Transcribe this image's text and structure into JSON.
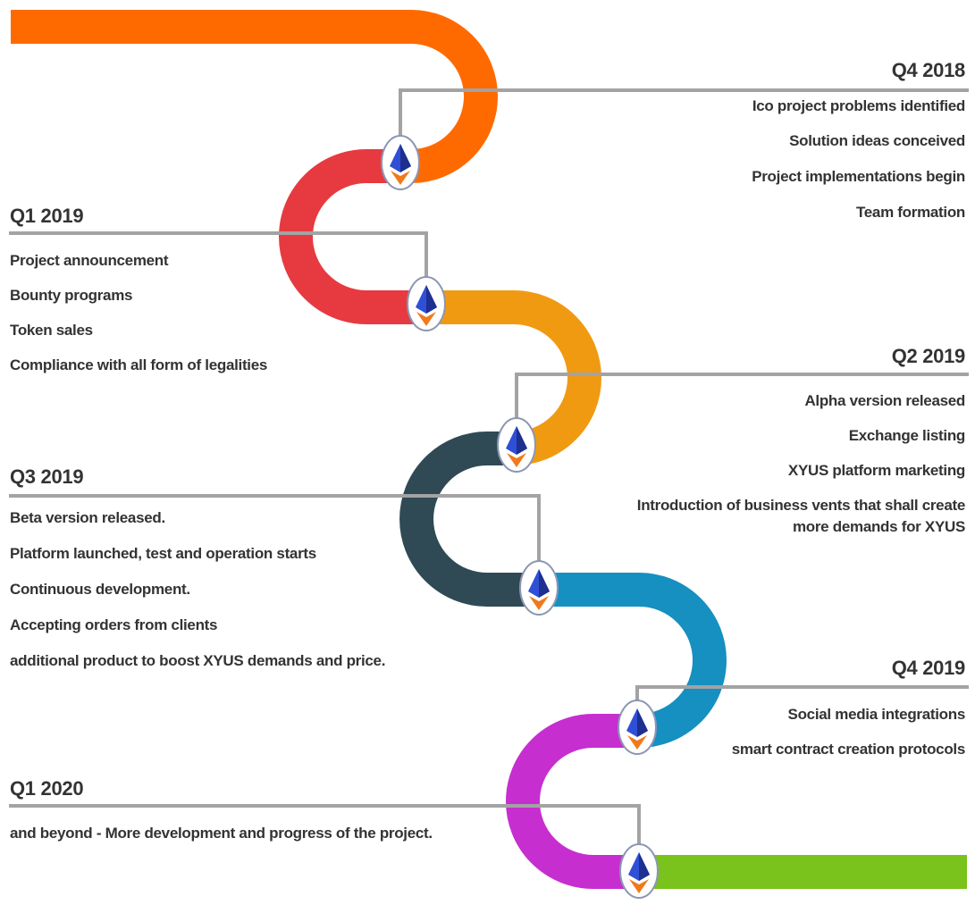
{
  "colors": {
    "connector": "#a3a3a3",
    "text": "#333333",
    "node_fill": "#ffffff",
    "node_stroke": "#8c96b4",
    "diamond_blue": "#2f4fd6",
    "diamond_dark": "#1d2f8f",
    "diamond_orange": "#f07a1a"
  },
  "segments": [
    {
      "name": "segment-1",
      "color": "#ff6a00"
    },
    {
      "name": "segment-2",
      "color": "#e63a40"
    },
    {
      "name": "segment-3",
      "color": "#f09a12"
    },
    {
      "name": "segment-4",
      "color": "#2f4a55"
    },
    {
      "name": "segment-5",
      "color": "#1590c0"
    },
    {
      "name": "segment-6",
      "color": "#c72ed0"
    },
    {
      "name": "segment-7",
      "color": "#7ac21c"
    }
  ],
  "milestones": [
    {
      "id": "q4-2018",
      "title": "Q4 2018",
      "items": [
        "Ico project problems identified",
        "Solution ideas conceived",
        "Project implementations begin",
        "Team formation"
      ]
    },
    {
      "id": "q1-2019",
      "title": "Q1 2019",
      "items": [
        "Project announcement",
        "Bounty programs",
        "Token sales",
        "Compliance with all form of legalities"
      ]
    },
    {
      "id": "q2-2019",
      "title": "Q2 2019",
      "items": [
        "Alpha version released",
        "Exchange listing",
        "XYUS platform marketing",
        "Introduction of business vents that shall create",
        "more demands for XYUS"
      ]
    },
    {
      "id": "q3-2019",
      "title": "Q3 2019",
      "items": [
        "Beta version released.",
        "Platform launched, test and operation starts",
        "Continuous development.",
        "Accepting orders from clients",
        "additional product to boost XYUS demands and price."
      ]
    },
    {
      "id": "q4-2019",
      "title": "Q4 2019",
      "items": [
        "Social media integrations",
        "smart contract creation protocols"
      ]
    },
    {
      "id": "q1-2020",
      "title": "Q1 2020",
      "items": [
        "and beyond - More development and progress of the project."
      ]
    }
  ]
}
